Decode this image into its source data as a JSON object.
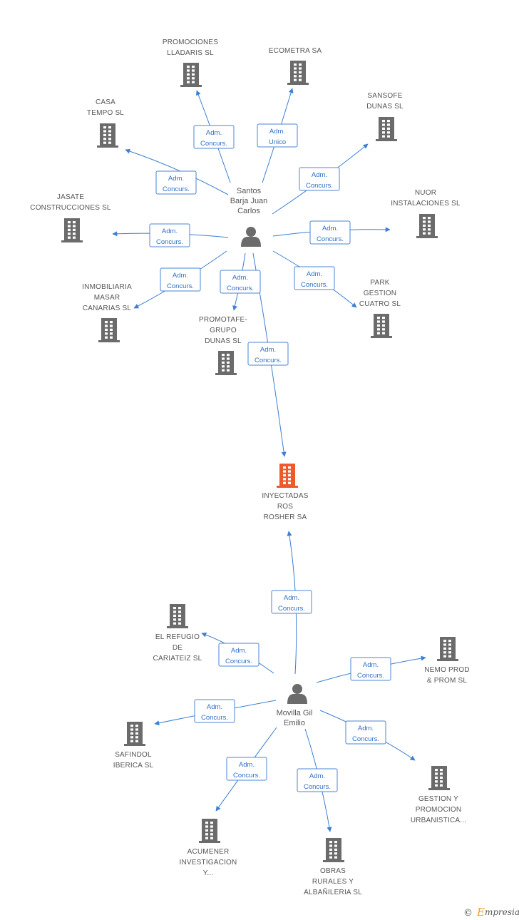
{
  "diagram": {
    "colors": {
      "edge": "#3a7fd5",
      "label_border": "#4a86d6",
      "label_text": "#2f6fc7",
      "company_icon": "#6b6b6b",
      "focus_company_icon": "#ef5a2a",
      "person_icon": "#6b6b6b",
      "node_text": "#555555"
    },
    "focus_company": {
      "id": "inyectadas",
      "lines": [
        "INYECTADAS",
        "ROS",
        "ROSHER SA"
      ],
      "icon": "building-icon-highlighted"
    },
    "persons": [
      {
        "id": "santos",
        "lines": [
          "Santos",
          "Barja Juan",
          "Carlos"
        ],
        "icon": "person-icon"
      },
      {
        "id": "movilla",
        "lines": [
          "Movilla Gil",
          "Emilio"
        ],
        "icon": "person-icon"
      }
    ],
    "companies": [
      {
        "id": "promociones",
        "lines": [
          "PROMOCIONES",
          "LLADARIS SL"
        ],
        "icon": "building-icon"
      },
      {
        "id": "ecometra",
        "lines": [
          "ECOMETRA SA"
        ],
        "icon": "building-icon"
      },
      {
        "id": "casa",
        "lines": [
          "CASA",
          "TEMPO SL"
        ],
        "icon": "building-icon"
      },
      {
        "id": "sansofe",
        "lines": [
          "SANSOFE",
          "DUNAS  SL"
        ],
        "icon": "building-icon"
      },
      {
        "id": "jasate",
        "lines": [
          "JASATE",
          "CONSTRUCCIONES SL"
        ],
        "icon": "building-icon"
      },
      {
        "id": "nuor",
        "lines": [
          "NUOR",
          "INSTALACIONES SL"
        ],
        "icon": "building-icon"
      },
      {
        "id": "inmobiliaria",
        "lines": [
          "INMOBILIARIA",
          "MASAR",
          "CANARIAS SL"
        ],
        "icon": "building-icon"
      },
      {
        "id": "park",
        "lines": [
          "PARK",
          "GESTION",
          "CUATRO SL"
        ],
        "icon": "building-icon"
      },
      {
        "id": "promotafe",
        "lines": [
          "PROMOTAFE-",
          "GRUPO",
          "DUNAS SL"
        ],
        "icon": "building-icon"
      },
      {
        "id": "elrefugio",
        "lines": [
          "EL REFUGIO",
          "DE",
          "CARIATEIZ SL"
        ],
        "icon": "building-icon"
      },
      {
        "id": "nemo",
        "lines": [
          "NEMO PROD",
          "& PROM SL"
        ],
        "icon": "building-icon"
      },
      {
        "id": "safindol",
        "lines": [
          "SAFINDOL",
          "IBERICA SL"
        ],
        "icon": "building-icon"
      },
      {
        "id": "gestion",
        "lines": [
          "GESTION Y",
          "PROMOCION",
          "URBANISTICA..."
        ],
        "icon": "building-icon"
      },
      {
        "id": "acumener",
        "lines": [
          "ACUMENER",
          "INVESTIGACION",
          "Y..."
        ],
        "icon": "building-icon"
      },
      {
        "id": "obras",
        "lines": [
          "OBRAS",
          "RURALES Y",
          "ALBAÑILERIA SL"
        ],
        "icon": "building-icon"
      }
    ],
    "edges": [
      {
        "from": "santos",
        "to": "promociones",
        "label": [
          "Adm.",
          "Concurs."
        ]
      },
      {
        "from": "santos",
        "to": "ecometra",
        "label": [
          "Adm.",
          "Unico"
        ]
      },
      {
        "from": "santos",
        "to": "casa",
        "label": [
          "Adm.",
          "Concurs."
        ]
      },
      {
        "from": "santos",
        "to": "sansofe",
        "label": [
          "Adm.",
          "Concurs."
        ]
      },
      {
        "from": "santos",
        "to": "jasate",
        "label": [
          "Adm.",
          "Concurs."
        ]
      },
      {
        "from": "santos",
        "to": "nuor",
        "label": [
          "Adm.",
          "Concurs."
        ]
      },
      {
        "from": "santos",
        "to": "inmobiliaria",
        "label": [
          "Adm.",
          "Concurs."
        ]
      },
      {
        "from": "santos",
        "to": "promotafe",
        "label": [
          "Adm.",
          "Concurs."
        ]
      },
      {
        "from": "santos",
        "to": "park",
        "label": [
          "Adm.",
          "Concurs."
        ]
      },
      {
        "from": "santos",
        "to": "inyectadas",
        "label": [
          "Adm.",
          "Concurs."
        ]
      },
      {
        "from": "movilla",
        "to": "inyectadas",
        "label": [
          "Adm.",
          "Concurs."
        ]
      },
      {
        "from": "movilla",
        "to": "elrefugio",
        "label": [
          "Adm.",
          "Concurs."
        ]
      },
      {
        "from": "movilla",
        "to": "nemo",
        "label": [
          "Adm.",
          "Concurs."
        ]
      },
      {
        "from": "movilla",
        "to": "safindol",
        "label": [
          "Adm.",
          "Concurs."
        ]
      },
      {
        "from": "movilla",
        "to": "gestion",
        "label": [
          "Adm.",
          "Concurs."
        ]
      },
      {
        "from": "movilla",
        "to": "acumener",
        "label": [
          "Adm.",
          "Concurs."
        ]
      },
      {
        "from": "movilla",
        "to": "obras",
        "label": [
          "Adm.",
          "Concurs."
        ]
      }
    ]
  },
  "footer": {
    "copyright_symbol": "©",
    "brand_initial": "E",
    "brand_rest": "mpresia"
  }
}
